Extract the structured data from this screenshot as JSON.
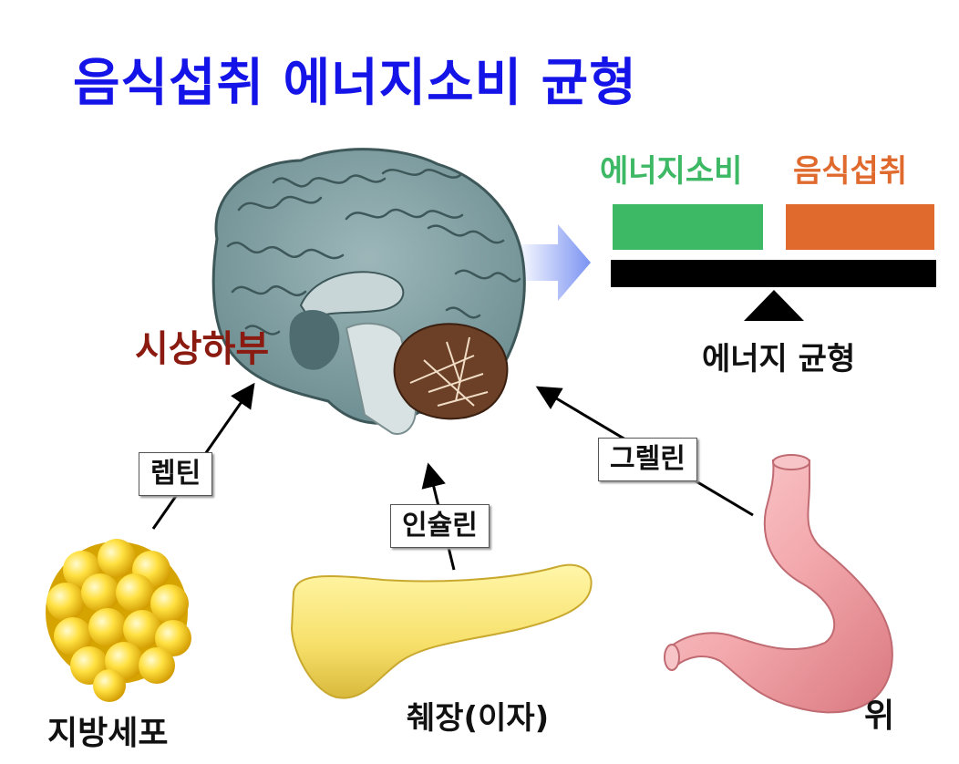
{
  "title": "음식섭취 에너지소비 균형",
  "balance": {
    "left_label": "에너지소비",
    "right_label": "음식섭취",
    "caption": "에너지 균형",
    "left_color": "#3db864",
    "right_color": "#e06a2e"
  },
  "brain": {
    "region_label": "시상하부"
  },
  "hormones": {
    "leptin": "렙틴",
    "insulin": "인슐린",
    "ghrelin": "그렐린"
  },
  "organs": {
    "fat_cells": "지방세포",
    "pancreas": "췌장(이자)",
    "stomach": "위"
  }
}
